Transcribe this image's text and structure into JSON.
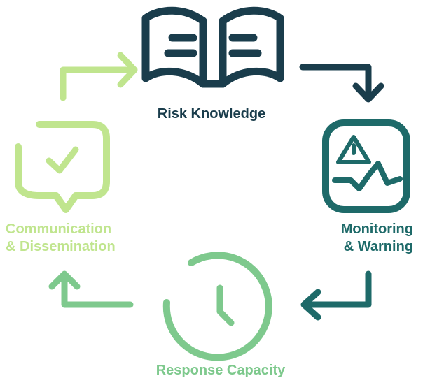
{
  "colors": {
    "navy": "#1a3d4c",
    "teal": "#1e6a69",
    "mid_green": "#7ec98d",
    "light_green": "#c0e58e"
  },
  "nodes": {
    "risk_knowledge": {
      "label": "Risk Knowledge",
      "icon": "open-book-icon"
    },
    "monitoring_warning": {
      "line1": "Monitoring",
      "line2": "& Warning",
      "icon": "monitor-warning-icon"
    },
    "response_capacity": {
      "label": "Response Capacity",
      "icon": "clock-icon"
    },
    "communication": {
      "line1": "Communication",
      "line2": "& Dissemination",
      "icon": "chat-check-icon"
    }
  }
}
